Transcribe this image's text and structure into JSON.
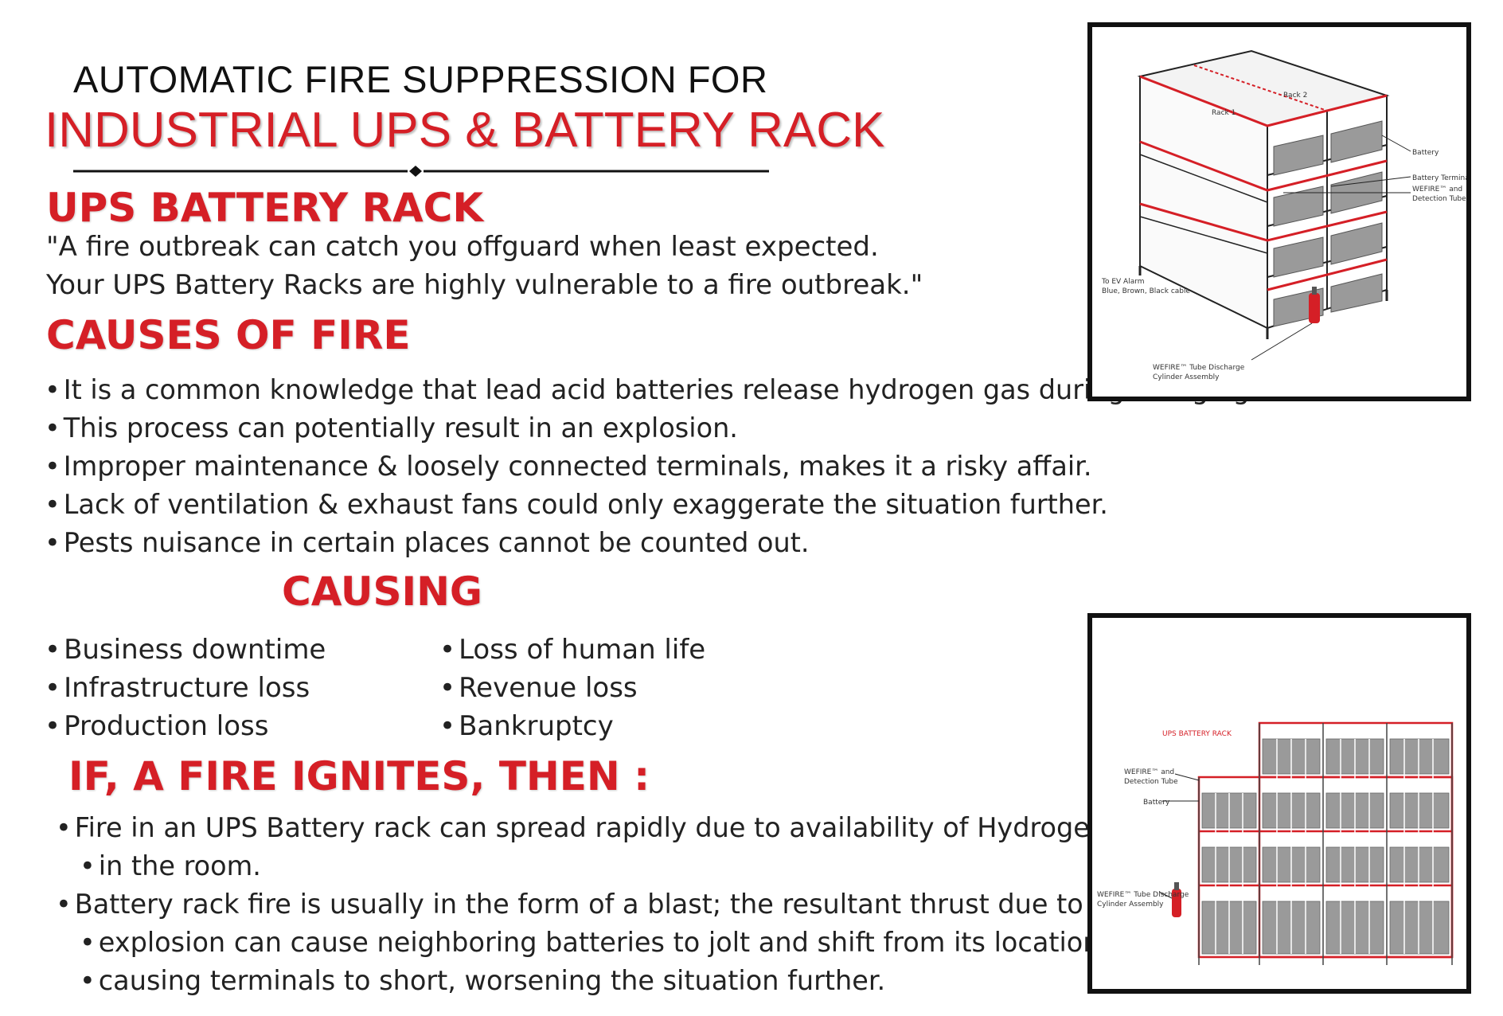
{
  "header": {
    "title_top": "AUTOMATIC FIRE SUPPRESSION FOR",
    "title_main": "INDUSTRIAL UPS & BATTERY RACK"
  },
  "ups_battery_rack": {
    "heading": "UPS BATTERY RACK",
    "quote_line1": "\"A fire outbreak can catch you offguard when least expected.",
    "quote_line2": "Your UPS Battery Racks are highly vulnerable to a fire outbreak.\""
  },
  "causes_of_fire": {
    "heading": "CAUSES OF FIRE",
    "items": [
      "It is a common knowledge that lead acid batteries release hydrogen gas during charging.",
      "This process can potentially result in an explosion.",
      "Improper maintenance & loosely connected terminals, makes it a risky affair.",
      "Lack of ventilation & exhaust fans could only exaggerate the situation further.",
      "Pests nuisance in certain places cannot be counted out."
    ]
  },
  "causing": {
    "heading": "CAUSING",
    "col1": [
      "Business downtime",
      "Infrastructure loss",
      "Production loss"
    ],
    "col2": [
      "Loss of human life",
      "Revenue loss",
      "Bankruptcy"
    ]
  },
  "if_fire_ignites": {
    "heading": "IF, A FIRE IGNITES, THEN :",
    "item1_line1": "Fire in an UPS Battery rack can spread rapidly due to availability of Hydrogen gas",
    "item1_line2": "in the room.",
    "item2_line1": "Battery rack fire is usually in the form of a blast; the resultant thrust due to",
    "item2_line2": "explosion can cause neighboring batteries to jolt and shift from its location",
    "item2_line3": "causing terminals to short, worsening the situation further."
  },
  "figure1": {
    "rack_label_1": "Rack 1",
    "rack_label_2": "Rack 2",
    "label_battery": "Battery",
    "label_terminal": "Battery Terminal",
    "label_tube_1": "WEFIRE™ and",
    "label_tube_2": "Detection Tube",
    "label_alarm_1": "To EV Alarm",
    "label_alarm_2": "Blue, Brown, Black cable",
    "label_cyl_1": "WEFIRE™ Tube Discharge",
    "label_cyl_2": "Cylinder Assembly"
  },
  "figure2": {
    "label_rack": "UPS BATTERY RACK",
    "label_tube_1": "WEFIRE™ and",
    "label_tube_2": "Detection Tube",
    "label_battery": "Battery",
    "label_cyl_1": "WEFIRE™ Tube Discharge",
    "label_cyl_2": "Cylinder Assembly"
  },
  "colors": {
    "accent": "#d51f26",
    "text": "#222222",
    "frame": "#111111"
  }
}
